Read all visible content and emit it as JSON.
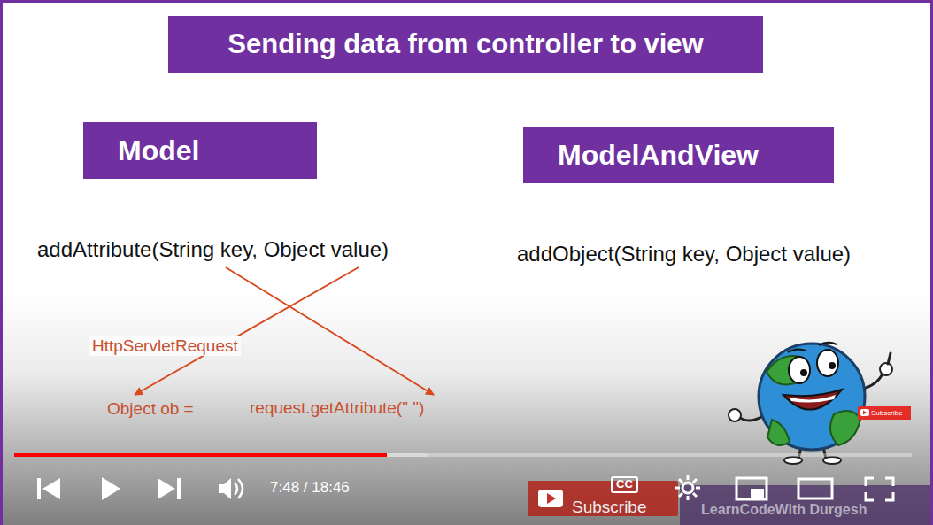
{
  "diagram": {
    "title": "Sending data from controller to view",
    "nodes": [
      {
        "text": [
          "Model"
        ]
      },
      {
        "text": [
          "ModelAndView"
        ]
      }
    ],
    "labels": [
      "addAttribute(String key, Object value)",
      "addObject(String key, Object value)",
      "HttpServletRequest",
      "Object ob =",
      "request.getAttribute(\" \")",
      "Subscribe",
      "7:48 / 18:46",
      "CC",
      "Subscribe",
      "LearnCodeWith Durgesh"
    ]
  }
}
